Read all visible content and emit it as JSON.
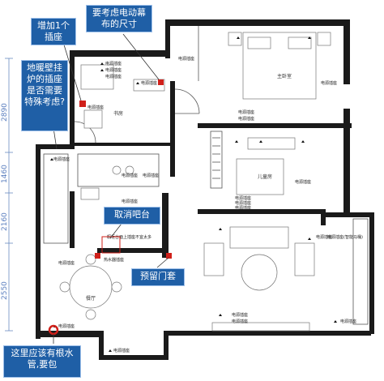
{
  "dimensions": [
    "2890",
    "1460",
    "2160",
    "2550"
  ],
  "rooms": {
    "study": "书房",
    "master_bedroom": "主卧室",
    "kids_room": "儿童房",
    "dining": "餐厅"
  },
  "labels": {
    "socket": "电源插座",
    "socket_bidet": "电源插座(智能马桶)",
    "kitchen_note": "橱柜台面上插座不宜太多",
    "water_heater": "热水器插座"
  },
  "callouts": {
    "add_socket": "增加1个插座",
    "curtain": "要考虑电动幕布的尺寸",
    "boiler": "地暖壁挂炉的插座是否需要特殊考虑?",
    "cancel_bar": "取消吧台",
    "door_cover": "预留门套",
    "water_pipe": "这里应该有根水管,要包"
  },
  "colors": {
    "callout_bg": "#1f5fa6",
    "marker_red": "#d0201a",
    "wall": "#1a1a1a",
    "dimension": "#5b7fbf"
  }
}
